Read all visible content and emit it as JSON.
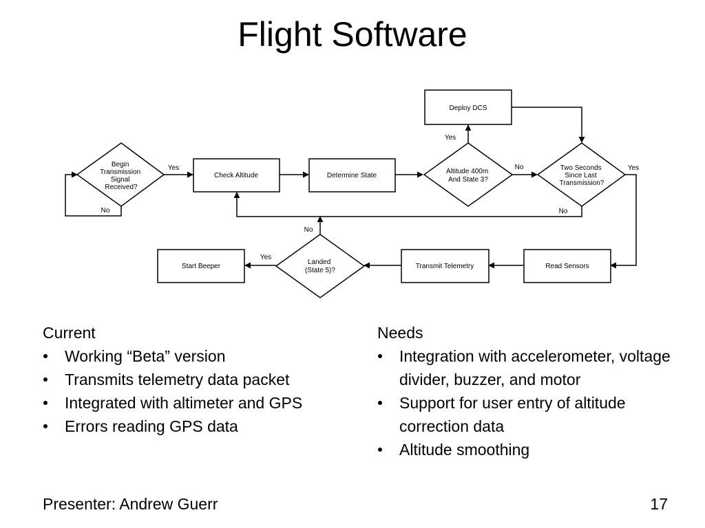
{
  "slide": {
    "title": "Flight Software",
    "presenter": "Presenter: Andrew Guerr",
    "page_number": "17"
  },
  "flowchart": {
    "nodes": {
      "begin": [
        "Begin",
        "Transmission",
        "Signal",
        "Received?"
      ],
      "check_altitude": [
        "Check Altitude"
      ],
      "determine_state": [
        "Determine State"
      ],
      "altitude_check": [
        "Altitude 400m",
        "And State 3?"
      ],
      "deploy_dcs": [
        "Deploy DCS"
      ],
      "two_seconds": [
        "Two Seconds",
        "Since Last",
        "Transmission?"
      ],
      "read_sensors": [
        "Read Sensors"
      ],
      "transmit_telemetry": [
        "Transmit Telemetry"
      ],
      "landed": [
        "Landed",
        "(State 5)?"
      ],
      "start_beeper": [
        "Start Beeper"
      ]
    },
    "edge_labels": {
      "begin_yes": "Yes",
      "begin_no": "No",
      "alt_yes": "Yes",
      "alt_no": "No",
      "two_yes": "Yes",
      "two_no": "No",
      "landed_yes": "Yes",
      "landed_no": "No"
    }
  },
  "current": {
    "heading": "Current",
    "items": [
      "Working “Beta” version",
      "Transmits telemetry data packet",
      "Integrated with altimeter and GPS",
      "Errors reading GPS data"
    ]
  },
  "needs": {
    "heading": "Needs",
    "items": [
      "Integration with accelerometer, voltage divider, buzzer, and motor",
      "Support for user entry of altitude correction data",
      "Altitude smoothing"
    ]
  }
}
